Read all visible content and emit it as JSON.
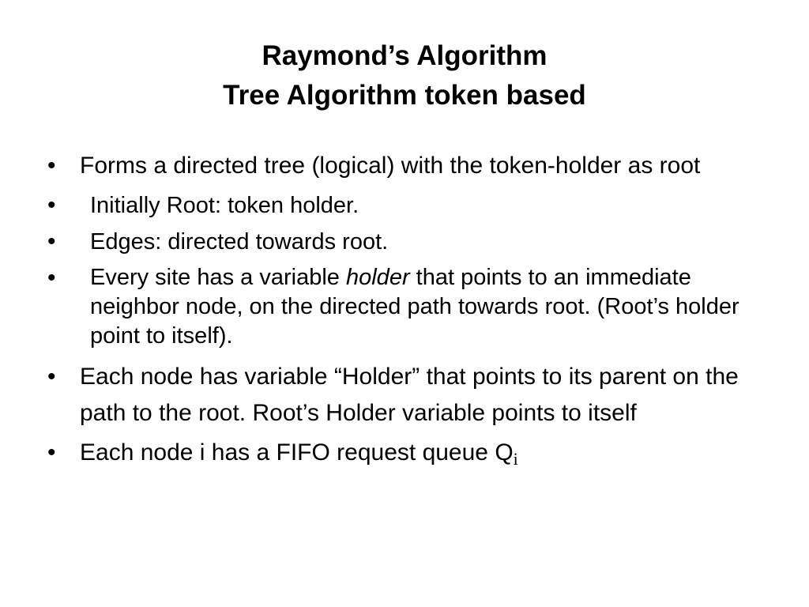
{
  "slide": {
    "title_line1": "Raymond’s Algorithm",
    "title_line2": "Tree Algorithm token based",
    "bullet_glyph": "•",
    "bullets": [
      {
        "text": "Forms a directed tree (logical) with the token-holder as root"
      },
      {
        "text": "Initially Root: token holder."
      },
      {
        "text": "Edges: directed towards root."
      },
      {
        "before": "Every site has a variable ",
        "emphasis": "holder",
        "after": " that points to an immediate neighbor node, on the directed path towards root. (Root’s holder point to itself)."
      },
      {
        "text": "Each node has variable “Holder” that points to its parent on the path to the root. Root’s Holder variable points to itself"
      },
      {
        "text": "Each node i has a FIFO request queue Q",
        "subscript": "i"
      }
    ]
  }
}
